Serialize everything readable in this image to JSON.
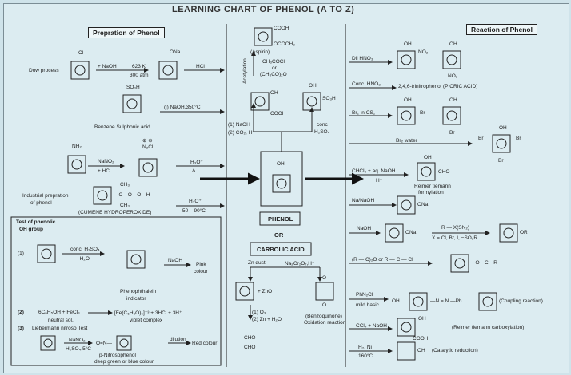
{
  "title": "LEARNING CHART OF PHENOL (A TO Z)",
  "prep": {
    "header": "Prepration of Phenol",
    "dow": {
      "label": "Dow process",
      "reagent": "+ NaOH",
      "cond1": "623 K",
      "cond2": "300 atm",
      "sub": "Cl",
      "prod_sub": "ONa",
      "acid": "HCl"
    },
    "sulfonic": {
      "sub": "SO₃H",
      "name": "Benzene Sulphonic acid",
      "reagent": "(i) NaOH,350°C"
    },
    "diazo": {
      "sub": "NH₂",
      "reagent1": "NaNO₂",
      "reagent2": "+ HCl",
      "prod_sub": "N₂Cl",
      "charge": "⊕ ⊖",
      "cond1": "H₃O⁺",
      "cond2": "Δ"
    },
    "cumene": {
      "label1": "Industrial prepration",
      "label2": "of phenol",
      "formula": "—C—O—O—H",
      "ch3": "CH₃",
      "name": "(CUMENE HYDROPEROXIDE)",
      "cond1": "H₃O⁺",
      "cond2": "50 – 90°C"
    }
  },
  "test": {
    "header1": "Test of phenolic",
    "header2": "OH group",
    "n1": "(1)",
    "conc": "conc. H₂SO₄",
    "water": "–H₂O",
    "naoh": "NaOH",
    "pink1": "Pink",
    "pink2": "colour",
    "phth1": "Phenophthalein",
    "phth2": "indicator",
    "n2": "(2)",
    "ferric": "6C₆H₅OH + FeCl₃",
    "neutral": "neutral sol.",
    "complex": "[Fe(C₆H₅O)₆]⁻³ + 3HCl + 3H⁺",
    "violet": "violet complex",
    "n3": "(3)",
    "lieb": "Liebermann nitroso Test",
    "nano2": "NaNO₂",
    "h2so4": "H₂SO₄,5°C",
    "nitroso": "O=N—",
    "dilution": "dilution",
    "red": "Red colour",
    "pnitro": "p-Nitrosophenol",
    "deep": "deep green or blue colour"
  },
  "center": {
    "aspirin": "(Aspirin)",
    "cooh": "COOH",
    "ococh3": "OCOCH₃",
    "acetylation": "Acetylation",
    "acyl1": "CH₃COCl",
    "acyl2": "or",
    "acyl3": "(CH₃CO)₂O",
    "oh": "OH",
    "so3h": "SO₃H",
    "cooh2": "COOH",
    "kolbe1": "(1) NaOH",
    "kolbe2": "(2) CO₂, H⁺",
    "conc1": "conc",
    "conc2": "H₂SO₄",
    "phenol": "PHENOL",
    "or": "OR",
    "carbolic": "CARBOLIC ACID",
    "zn": "Zn dust",
    "oxid": "Na₂Cr₂O₇,H⁺",
    "plus_zno": "+ ZnO",
    "ozon1": "(1) O₃",
    "ozon2": "(2) Zn + H₂O",
    "cho1": "CHO",
    "cho2": "CHO",
    "bq1": "(Benzoquinone)",
    "bq2": "Oxidation reaction",
    "o_top": "O",
    "o_bot": "O"
  },
  "rxn": {
    "header": "Reaction of Phenol",
    "nitro_dil": "Dil HNO₃",
    "no2": "NO₂",
    "oh": "OH",
    "nitro_conc": "Conc. HNO₃",
    "picric": "2,4,6-trinitrophenol (PICRIC ACID)",
    "br_cs2": "Br₂ in CS₂",
    "br": "Br",
    "br_water": "Br₂ water",
    "rt1": "CHCl₃ + aq. NaOH",
    "rt2": "H⁺",
    "cho": "CHO",
    "rt3": "Reimer tiemann",
    "rt4": "formylation",
    "na": "Na/NaOH",
    "ona": "ONa",
    "naoh": "NaOH",
    "rx1": "R — X(SN₂)",
    "rx2": "X = Cl, Br, I, −SO₂R",
    "or": "OR",
    "ester1": "(R — C)₂O or R — C — Cl",
    "ester_prod": "—O—C—R",
    "coup1": "PhN₂Cl",
    "coup2": "mild basic",
    "azo": "—N = N —Ph",
    "coupling": "(Coupling reaction)",
    "rtc1": "CCl₄ + NaOH",
    "rtc2": "(Reimer tiemann carboxylation)",
    "cooh": "COOH",
    "red1": "H₂, Ni",
    "red2": "160°C",
    "red3": "OH",
    "catalytic": "(Catalytic reduction)"
  },
  "colors": {
    "line": "#222222",
    "bg": "#dcecf1"
  }
}
